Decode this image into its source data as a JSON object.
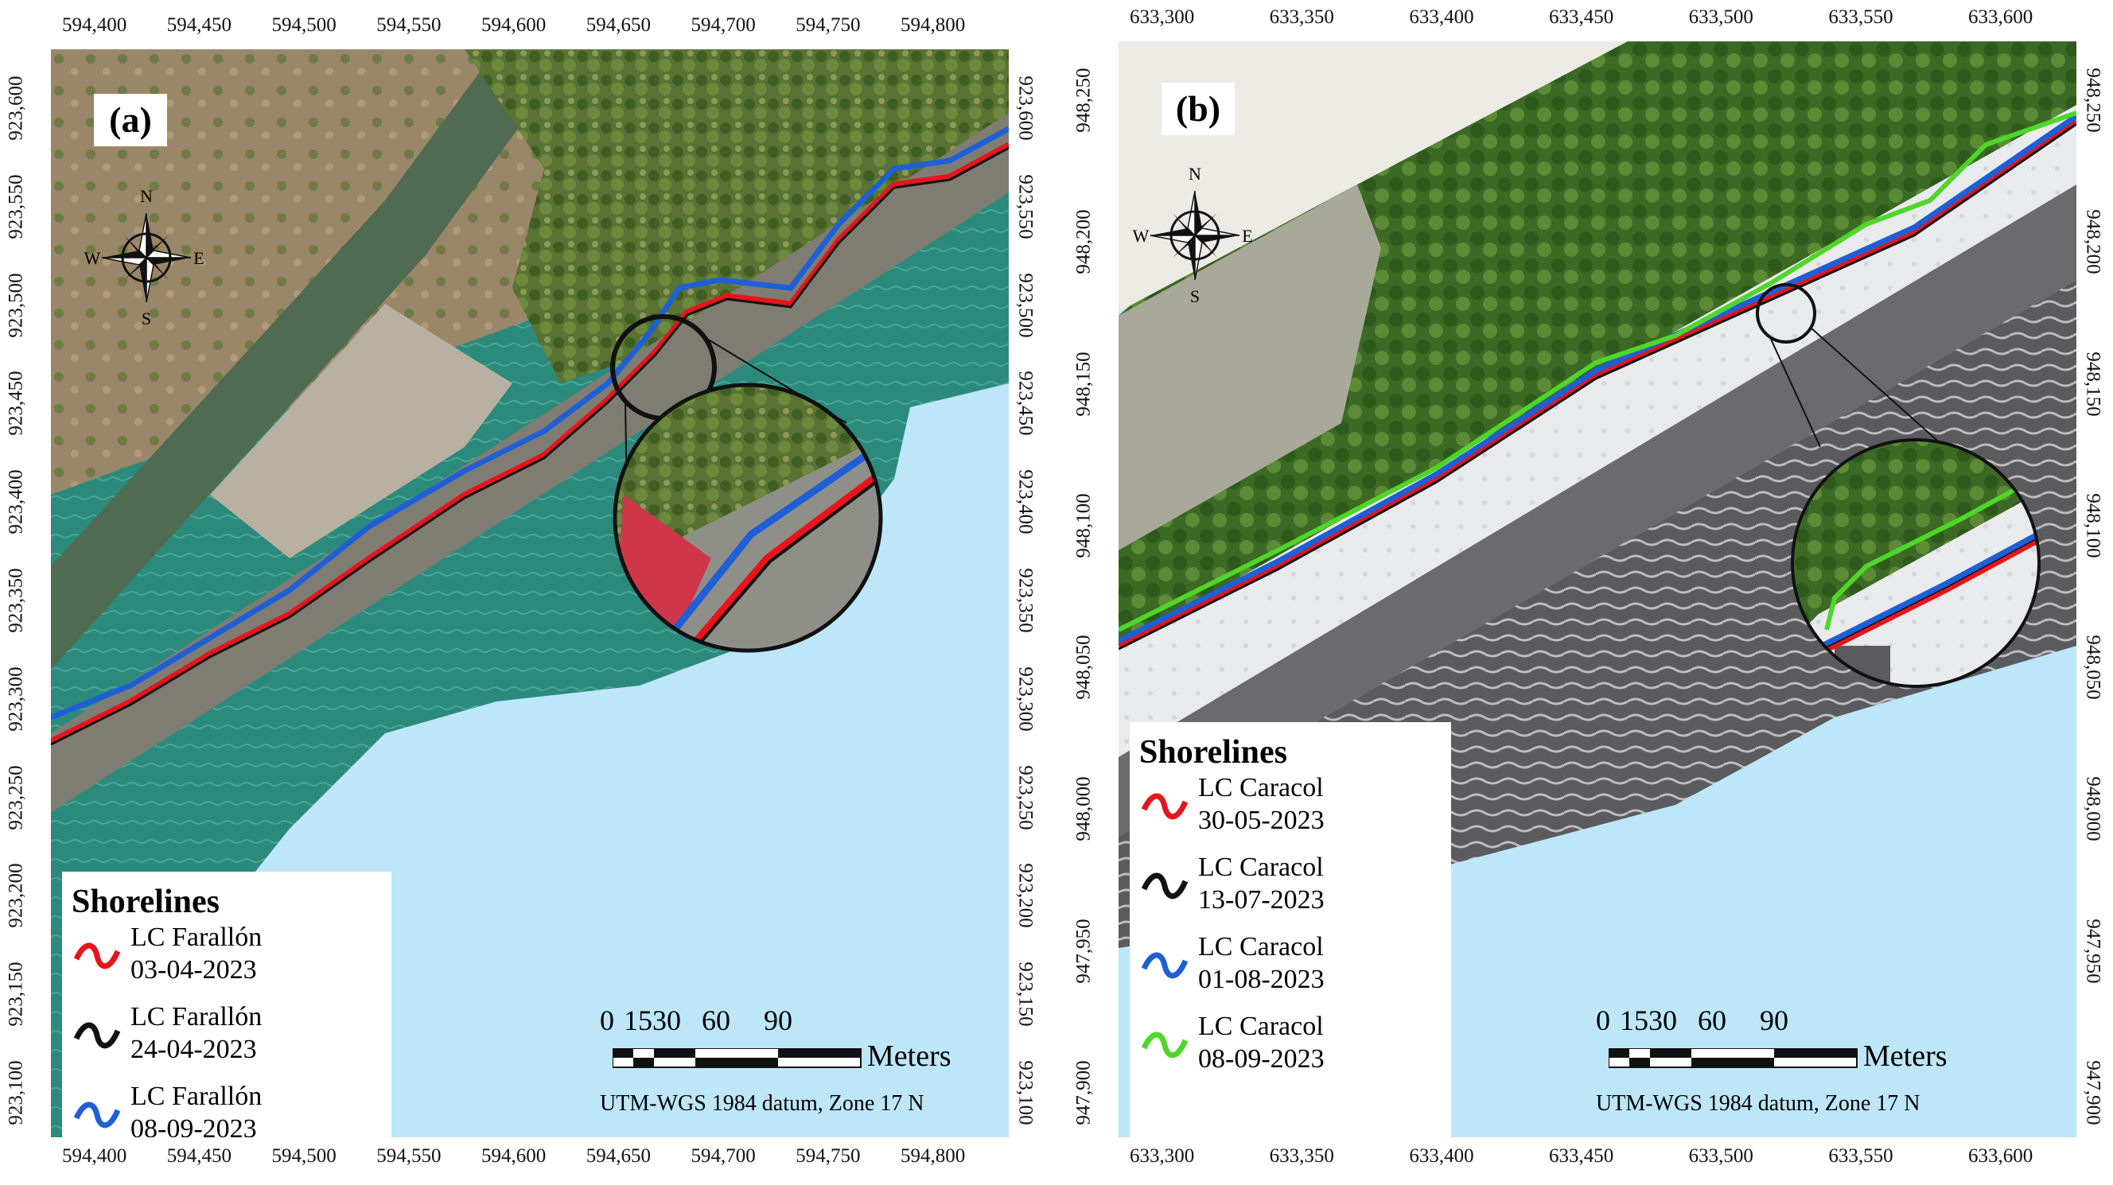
{
  "panels": {
    "a": {
      "label": "(a)",
      "x_ticks": [
        "594,400",
        "594,450",
        "594,500",
        "594,550",
        "594,600",
        "594,650",
        "594,700",
        "594,750",
        "594,800"
      ],
      "y_ticks": [
        "923,600",
        "923,550",
        "923,500",
        "923,450",
        "923,400",
        "923,350",
        "923,300",
        "923,250",
        "923,200",
        "923,150",
        "923,100"
      ],
      "compass": {
        "n": "N",
        "s": "S",
        "e": "E",
        "w": "W"
      },
      "legend": {
        "title": "Shorelines",
        "items": [
          {
            "line1": "LC Farallón",
            "line2": "03-04-2023",
            "color": "#e8141b"
          },
          {
            "line1": "LC Farallón",
            "line2": "24-04-2023",
            "color": "#111111"
          },
          {
            "line1": "LC Farallón",
            "line2": "08-09-2023",
            "color": "#1f5fd6"
          }
        ]
      },
      "scale": {
        "labels": [
          "0",
          "15",
          "30",
          "60",
          "90"
        ],
        "unit": "Meters"
      },
      "datum": "UTM-WGS 1984 datum, Zone 17 N"
    },
    "b": {
      "label": "(b)",
      "x_ticks": [
        "633,300",
        "633,350",
        "633,400",
        "633,450",
        "633,500",
        "633,550",
        "633,600"
      ],
      "y_ticks": [
        "948,250",
        "948,200",
        "948,150",
        "948,100",
        "948,050",
        "948,000",
        "947,950",
        "947,900"
      ],
      "compass": {
        "n": "N",
        "s": "S",
        "e": "E",
        "w": "W"
      },
      "legend": {
        "title": "Shorelines",
        "items": [
          {
            "line1": "LC Caracol",
            "line2": "30-05-2023",
            "color": "#e8141b"
          },
          {
            "line1": "LC Caracol",
            "line2": "13-07-2023",
            "color": "#111111"
          },
          {
            "line1": "LC Caracol",
            "line2": "01-08-2023",
            "color": "#1f5fd6"
          },
          {
            "line1": "LC Caracol",
            "line2": "08-09-2023",
            "color": "#4fd62a"
          }
        ]
      },
      "scale": {
        "labels": [
          "0",
          "15",
          "30",
          "60",
          "90"
        ],
        "unit": "Meters"
      },
      "datum": "UTM-WGS 1984 datum, Zone 17 N"
    }
  },
  "colors": {
    "sea": "#bde6f8",
    "water": "#2f8a7a",
    "sand": "#8e8c84",
    "vegetation": "#4f6e2c",
    "sky_blank": "#ebeae4"
  }
}
